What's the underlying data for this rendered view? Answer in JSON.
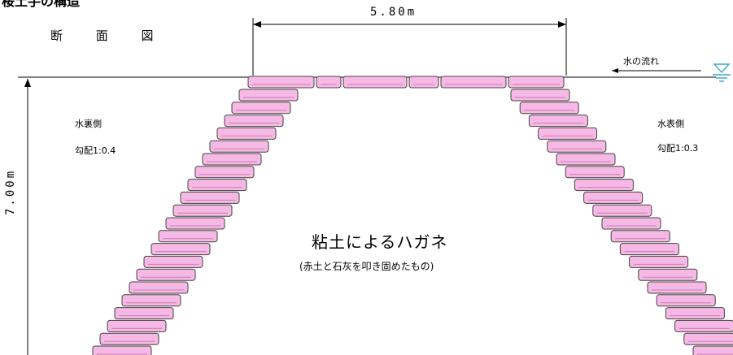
{
  "title": "桜土手の構造",
  "section_label": "断 面 図",
  "dimensions": {
    "top_width": "5.80m",
    "height": "7.00m"
  },
  "flow_label": "水の流れ",
  "left_side": {
    "name": "水裏側",
    "slope": "勾配1:0.4"
  },
  "right_side": {
    "name": "水表側",
    "slope": "勾配1:0.3"
  },
  "core": {
    "title": "粘土によるハガネ",
    "subtitle": "(赤土と石灰を叩き固めたもの)"
  },
  "colors": {
    "stone_fill": "#f6b8e4",
    "stone_stroke": "#444444",
    "water_icon": "#3aa6c8"
  },
  "icons": [
    "water-level-icon",
    "flow-arrow-icon"
  ]
}
